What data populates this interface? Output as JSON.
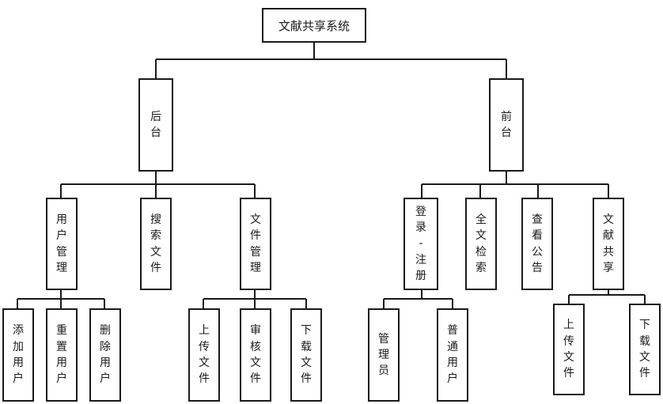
{
  "root": {
    "label": "文献共享系统"
  },
  "backend": {
    "label": "后台",
    "children": {
      "user_management": {
        "label": "用户管理",
        "children": [
          "添加用户",
          "重置用户",
          "删除用户"
        ]
      },
      "search_files": {
        "label": "搜索文件"
      },
      "file_management": {
        "label": "文件管理",
        "children": [
          "上传文件",
          "审核文件",
          "下载文件"
        ]
      }
    }
  },
  "frontend": {
    "label": "前台",
    "children": {
      "login_register": {
        "label": "登录-注册",
        "children": [
          "管理员",
          "普通用户"
        ]
      },
      "fulltext_search": {
        "label": "全文检索"
      },
      "view_notices": {
        "label": "查看公告"
      },
      "doc_sharing": {
        "label": "文献共享",
        "children": [
          "上传文件",
          "下载文件"
        ]
      }
    }
  },
  "colors": {
    "line": "#1a1a1a",
    "box_fill": "#ffffff",
    "text": "#1a1a1a"
  }
}
